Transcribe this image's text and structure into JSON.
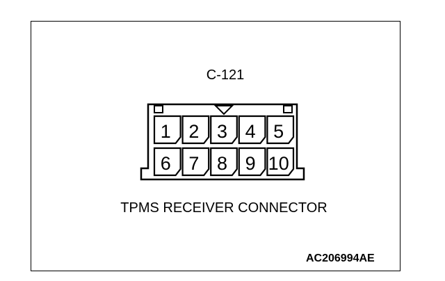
{
  "connector": {
    "id": "C-121",
    "name": "TPMS RECEIVER CONNECTOR",
    "figure_code": "AC206994AE",
    "pins_row1": [
      "1",
      "2",
      "3",
      "4",
      "5"
    ],
    "pins_row2": [
      "6",
      "7",
      "8",
      "9",
      "10"
    ]
  }
}
